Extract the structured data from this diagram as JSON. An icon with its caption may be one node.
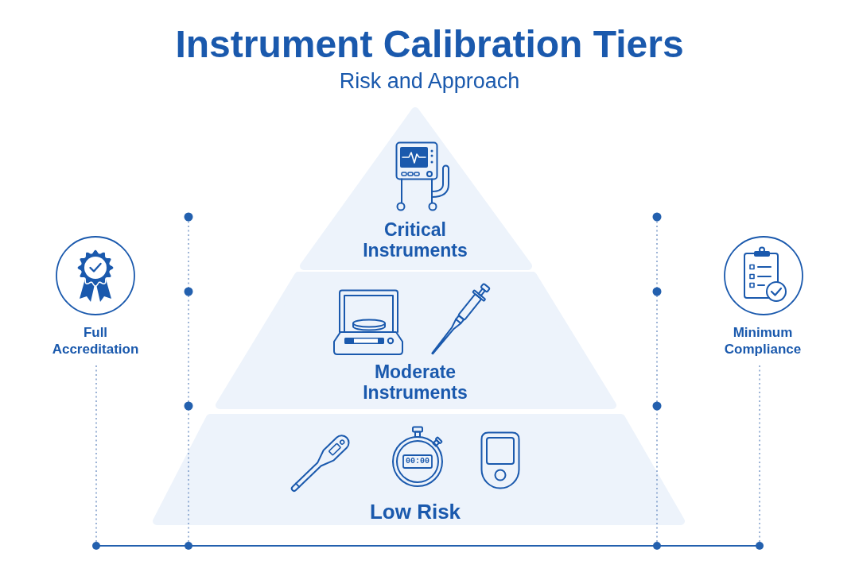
{
  "diagram": {
    "title": "Instrument Calibration Tiers",
    "nodes": [
      {
        "text": [
          "Critical Instruments"
        ]
      },
      {
        "text": [
          "Moderate Instruments"
        ]
      },
      {
        "text": [
          "Low Risk"
        ]
      },
      {
        "text": [
          "Full Accreditation"
        ]
      },
      {
        "text": [
          "Minimum Compliance"
        ]
      }
    ],
    "labels": [
      "Risk and Approach",
      "00:00"
    ]
  }
}
